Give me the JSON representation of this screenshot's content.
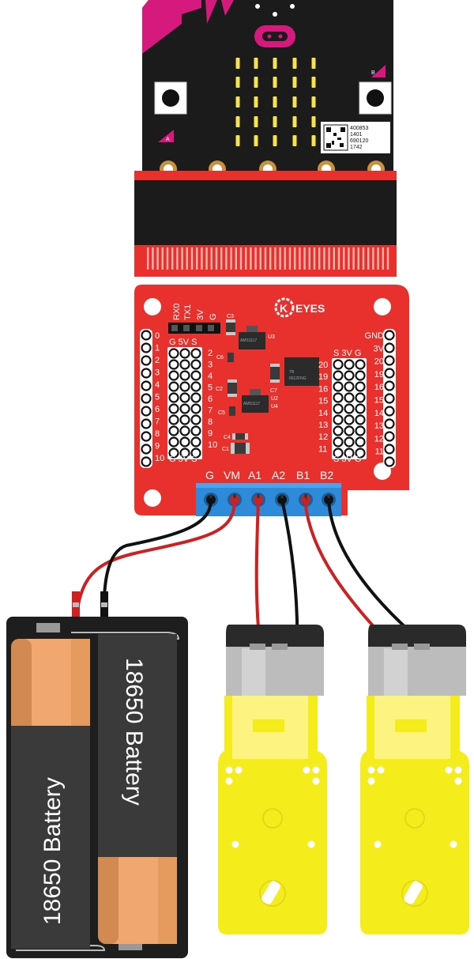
{
  "microbit": {
    "button_a": "A",
    "button_b": "B",
    "qr_label_lines": [
      "400853",
      "1401",
      "690120",
      "1742"
    ],
    "led_color": "#f7e34a"
  },
  "shield": {
    "logo_text": "EYES",
    "logo_letter": "K",
    "uart_labels": [
      "RX0",
      "TX1",
      "3V",
      "G"
    ],
    "left_header_top": "G 5V S",
    "left_header_bottom": "G 5V S",
    "right_header_top": "S 3V G",
    "right_header_bottom": "S 3V G",
    "left_edge_pins": [
      "0",
      "1",
      "2",
      "3",
      "4",
      "5",
      "6",
      "7",
      "8",
      "9",
      "10"
    ],
    "left_inner_pins": [
      "2",
      "3",
      "4",
      "5",
      "6",
      "7",
      "8",
      "9",
      "10"
    ],
    "right_inner_pins": [
      "20",
      "19",
      "16",
      "15",
      "14",
      "13",
      "12",
      "11"
    ],
    "right_edge_pins": [
      "GND",
      "3V",
      "20",
      "19",
      "16",
      "15",
      "14",
      "13",
      "12",
      "11"
    ],
    "components": [
      "C3",
      "U3",
      "C6",
      "C2",
      "C7",
      "U2",
      "U4",
      "C5",
      "C4",
      "C1"
    ],
    "chip_upper": "AMS1117",
    "chip_lower": "AMS1117",
    "driver_chip": [
      "TB",
      "6612FNG"
    ],
    "color": "#e8312c"
  },
  "terminal": {
    "labels": [
      "G",
      "VM",
      "A1",
      "A2",
      "B1",
      "B2"
    ]
  },
  "battery": {
    "cells": [
      "18650 Battery",
      "18650 Battery"
    ]
  },
  "motors": {
    "count": 2
  }
}
